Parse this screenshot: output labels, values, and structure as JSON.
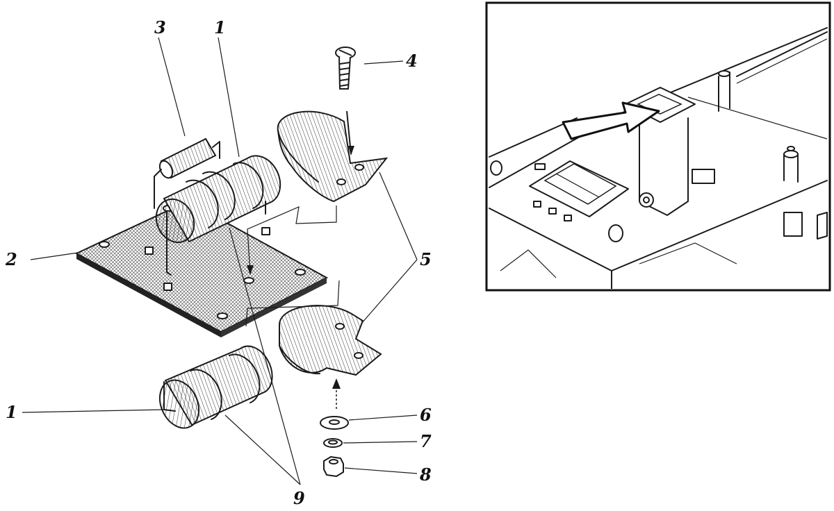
{
  "diagram": {
    "callouts": {
      "c1_top": "1",
      "c1_bottom": "1",
      "c2": "2",
      "c3": "3",
      "c4": "4",
      "c5": "5",
      "c6": "6",
      "c7": "7",
      "c8": "8",
      "c9": "9"
    },
    "line_color": "#1a1a1a",
    "background": "#ffffff"
  }
}
